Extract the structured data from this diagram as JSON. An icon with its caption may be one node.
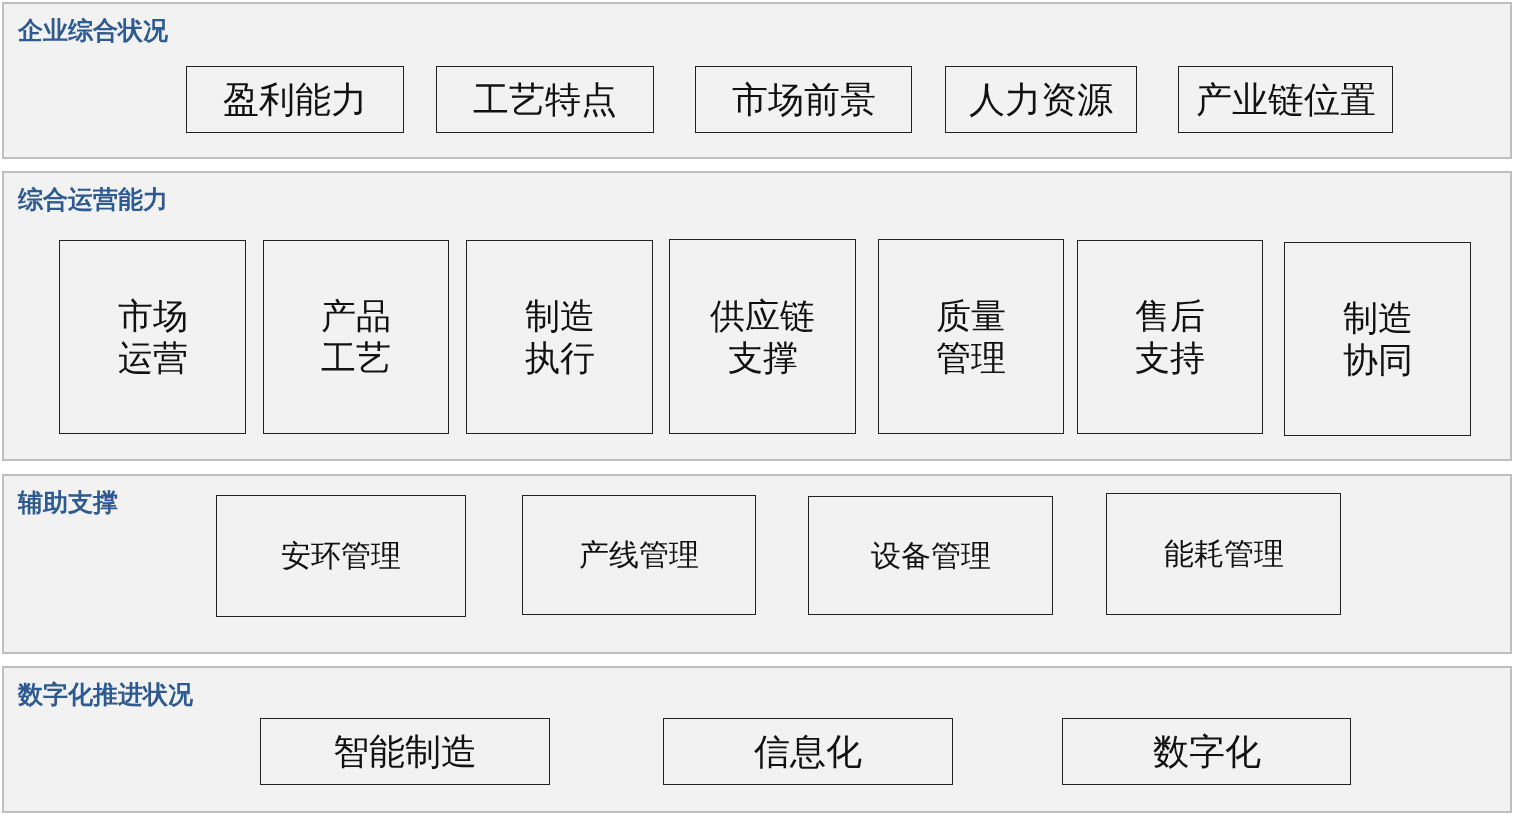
{
  "diagram": {
    "nodes": [
      {
        "text": [
          "企业综合状况"
        ]
      },
      {
        "text": [
          "盈利能力"
        ],
        "in": 0
      },
      {
        "text": [
          "工艺特点"
        ],
        "in": 0
      },
      {
        "text": [
          "市场前景"
        ],
        "in": 0
      },
      {
        "text": [
          "人力资源"
        ],
        "in": 0
      },
      {
        "text": [
          "产业链位置"
        ],
        "in": 0
      },
      {
        "text": [
          "综合运营能力"
        ]
      },
      {
        "text": [
          "市场运营"
        ],
        "in": 6
      },
      {
        "text": [
          "产品工艺"
        ],
        "in": 6
      },
      {
        "text": [
          "制造执行"
        ],
        "in": 6
      },
      {
        "text": [
          "供应链支撑"
        ],
        "in": 6
      },
      {
        "text": [
          "质量管理"
        ],
        "in": 6
      },
      {
        "text": [
          "售后支持"
        ],
        "in": 6
      },
      {
        "text": [
          "制造协同"
        ],
        "in": 6
      },
      {
        "text": [
          "辅助支撑"
        ]
      },
      {
        "text": [
          "安环管理"
        ],
        "in": 14
      },
      {
        "text": [
          "产线管理"
        ],
        "in": 14
      },
      {
        "text": [
          "设备管理"
        ],
        "in": 14
      },
      {
        "text": [
          "能耗管理"
        ],
        "in": 14
      },
      {
        "text": [
          "数字化推进状况"
        ]
      },
      {
        "text": [
          "智能制造"
        ],
        "in": 19
      },
      {
        "text": [
          "信息化"
        ],
        "in": 19
      },
      {
        "text": [
          "数字化"
        ],
        "in": 19
      }
    ]
  }
}
